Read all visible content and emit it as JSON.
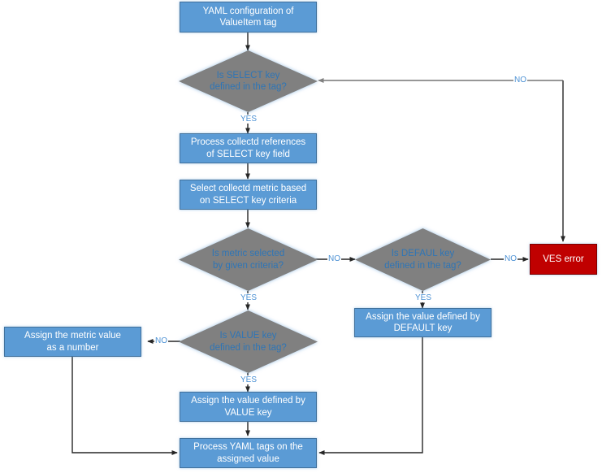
{
  "diagram": {
    "title": "YAML ValueItem tag processing flowchart",
    "colors": {
      "process_fill": "#5B9BD5",
      "decision_fill": "#808080",
      "error_fill": "#C00000",
      "label_text": "#4C91D4",
      "edge_stroke": "#262626"
    },
    "nodes": [
      {
        "id": "start",
        "type": "process",
        "text": "YAML configuration of\nValueItem tag"
      },
      {
        "id": "select_key",
        "type": "decision",
        "text": "Is SELECT key\ndefined in the tag?"
      },
      {
        "id": "process_refs",
        "type": "process",
        "text": "Process collectd references\nof SELECT key field"
      },
      {
        "id": "select_metric",
        "type": "process",
        "text": "Select collectd metric based\non SELECT key criteria"
      },
      {
        "id": "metric_sel",
        "type": "decision",
        "text": "Is metric selected\nby given criteria?"
      },
      {
        "id": "default_key",
        "type": "decision",
        "text": "Is DEFAUL key\ndefined in the tag?"
      },
      {
        "id": "ves_error",
        "type": "terminator-error",
        "text": "VES error"
      },
      {
        "id": "assign_default",
        "type": "process",
        "text": "Assign the value defined by\nDEFAULT key"
      },
      {
        "id": "value_key",
        "type": "decision",
        "text": "Is VALUE key\ndefined in the tag?"
      },
      {
        "id": "assign_number",
        "type": "process",
        "text": "Assign the metric value\nas a number"
      },
      {
        "id": "assign_value",
        "type": "process",
        "text": "Assign the value defined by\nVALUE key"
      },
      {
        "id": "process_tags",
        "type": "process",
        "text": "Process YAML tags on the\nassigned value"
      }
    ],
    "edge_labels": [
      {
        "id": "select-no",
        "text": "NO"
      },
      {
        "id": "select-yes",
        "text": "YES"
      },
      {
        "id": "metric-no",
        "text": "NO"
      },
      {
        "id": "metric-yes",
        "text": "YES"
      },
      {
        "id": "default-no",
        "text": "NO"
      },
      {
        "id": "default-yes",
        "text": "YES"
      },
      {
        "id": "value-no",
        "text": "NO"
      },
      {
        "id": "value-yes",
        "text": "YES"
      }
    ]
  }
}
